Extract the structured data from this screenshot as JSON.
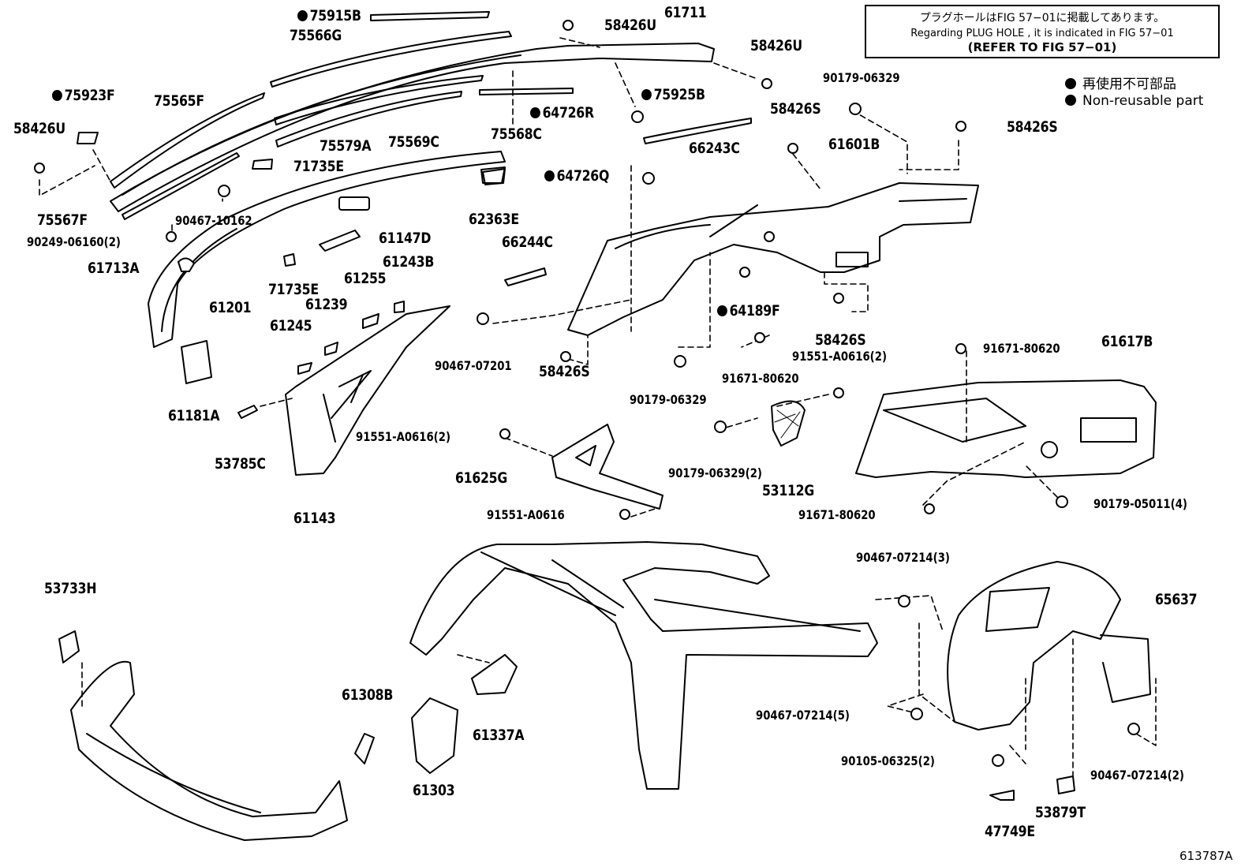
{
  "note": {
    "line1": "プラグホールはFIG 57−01に掲載してあります。",
    "line2": "Regarding  PLUG  HOLE , it is indicated in FIG  57−01",
    "line3": "(REFER TO FIG 57−01)"
  },
  "legend": {
    "jp": "再使用不可部品",
    "en": "Non-reusable part"
  },
  "figure_code": "613787A",
  "labels": {
    "l75915B": "75915B",
    "l75566G": "75566G",
    "l58426U_top": "58426U",
    "l61711": "61711",
    "l58426U_right": "58426U",
    "l75923F": "75923F",
    "l75565F": "75565F",
    "l58426U_left": "58426U",
    "l64726R": "64726R",
    "l75925B": "75925B",
    "l58426S_a": "58426S",
    "l90179_06329_a": "90179-06329",
    "l58426S_b": "58426S",
    "l61601B": "61601B",
    "l75579A": "75579A",
    "l75569C": "75569C",
    "l75568C": "75568C",
    "l71735E_a": "71735E",
    "l66243C": "66243C",
    "l64726Q": "64726Q",
    "l75567F": "75567F",
    "l90467_10162": "90467-10162",
    "l62363E": "62363E",
    "l90249_06160": "90249-06160(2)",
    "l61147D": "61147D",
    "l66244C": "66244C",
    "l61713A": "61713A",
    "l61243B": "61243B",
    "l61255": "61255",
    "l71735E_b": "71735E",
    "l61239": "61239",
    "l61201": "61201",
    "l64189F": "64189F",
    "l61245": "61245",
    "l90467_07201": "90467-07201",
    "l58426S_c": "58426S",
    "l91551_A0616_2a": "91551-A0616(2)",
    "l91671_80620_a": "91671-80620",
    "l61617B": "61617B",
    "l58426S_d": "58426S",
    "l90179_06329_b": "90179-06329",
    "l91671_80620_b": "91671-80620",
    "l61181A": "61181A",
    "l53785C": "53785C",
    "l91551_A0616_2b": "91551-A0616(2)",
    "l61625G": "61625G",
    "l90179_06329_2": "90179-06329(2)",
    "l53112G": "53112G",
    "l91551_A0616": "91551-A0616",
    "l91671_80620_c": "91671-80620",
    "l90179_05011": "90179-05011(4)",
    "l61143": "61143",
    "l53733H": "53733H",
    "l90467_07214_3": "90467-07214(3)",
    "l65637": "65637",
    "l61308B": "61308B",
    "l61337A": "61337A",
    "l90467_07214_5": "90467-07214(5)",
    "l61303": "61303",
    "l90105_06325": "90105-06325(2)",
    "l90467_07214_2": "90467-07214(2)",
    "l53879T": "53879T",
    "l47749E": "47749E"
  }
}
